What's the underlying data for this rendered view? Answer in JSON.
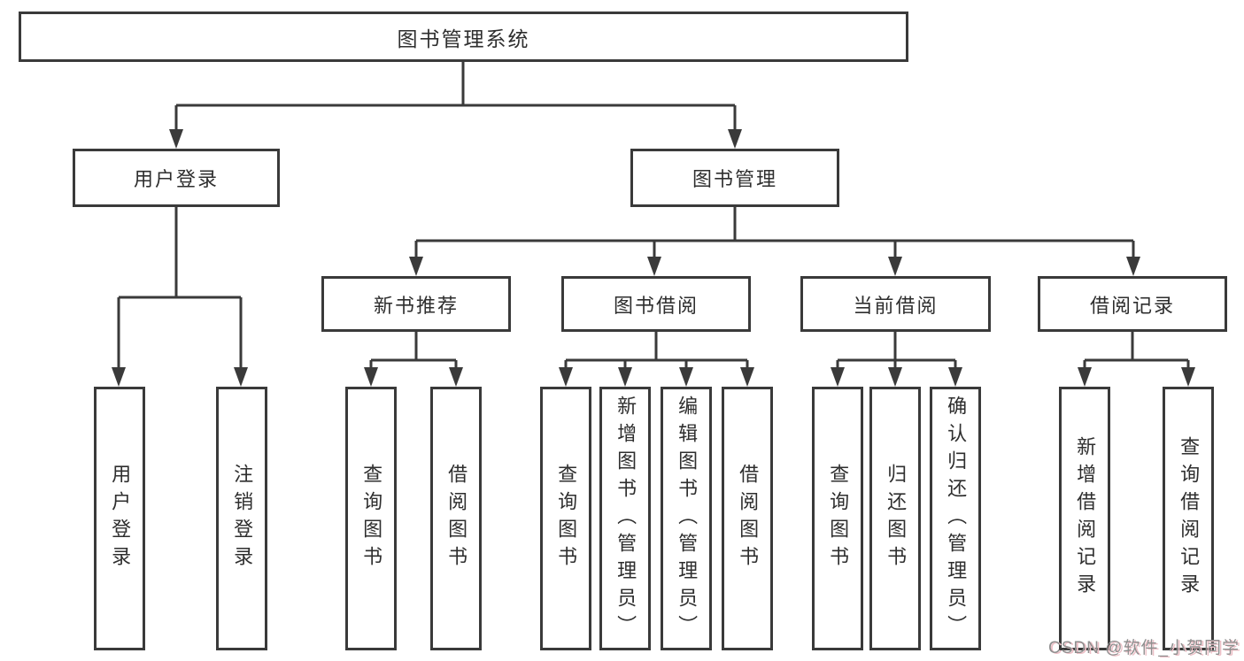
{
  "diagram": {
    "title": "图书管理系统",
    "level2": {
      "user_login": "用户登录",
      "book_management": "图书管理"
    },
    "level3": {
      "new_book_recommend": "新书推荐",
      "book_borrow": "图书借阅",
      "current_borrow": "当前借阅",
      "borrow_record": "借阅记录"
    },
    "leaves": [
      "用户登录",
      "注销登录",
      "查询图书",
      "借阅图书",
      "查询图书",
      "新增图书（管理员）",
      "编辑图书（管理员）",
      "借阅图书",
      "查询图书",
      "归还图书",
      "确认归还（管理员）",
      "新增借阅记录",
      "查询借阅记录"
    ]
  },
  "watermark": {
    "text": "CSDN @软件_小贺同学"
  },
  "colors": {
    "line": "#3a3a3a",
    "box_border": "#3a3a3a",
    "text": "#2e2e2e",
    "background": "#ffffff",
    "watermark_text": "#8f8f8f",
    "watermark_shadow": "#edbfc6"
  }
}
